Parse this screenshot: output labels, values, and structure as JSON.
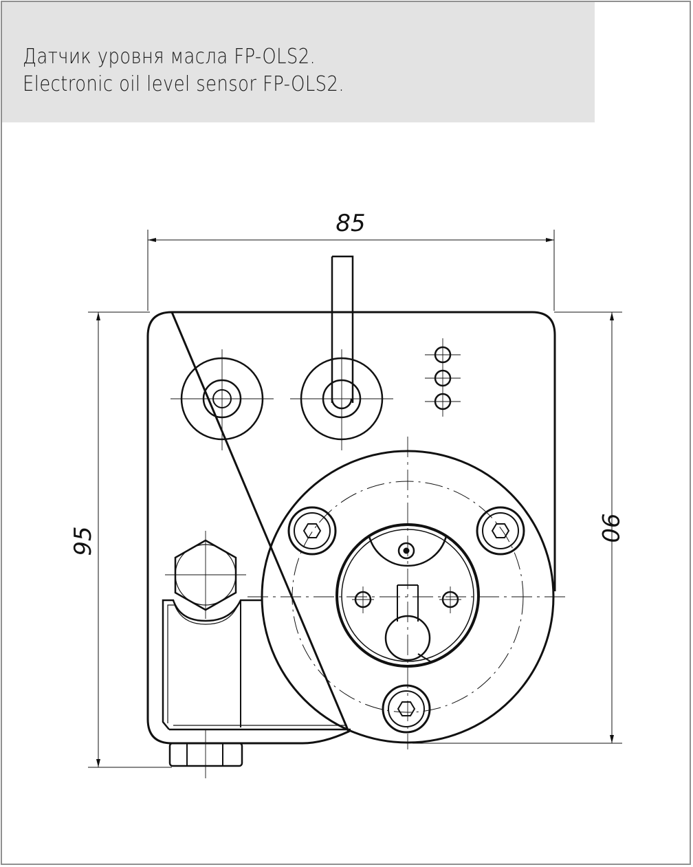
{
  "header": {
    "title_ru": "Датчик уровня масла FP-OLS2.",
    "title_en": "Electronic oil level sensor FP-OLS2."
  },
  "dimensions": {
    "width_label": "85",
    "height_left_label": "95",
    "height_right_label": "90"
  },
  "colors": {
    "header_background": "#e3e3e3",
    "line": "#111111",
    "frame_border": "#8f8f8f"
  }
}
